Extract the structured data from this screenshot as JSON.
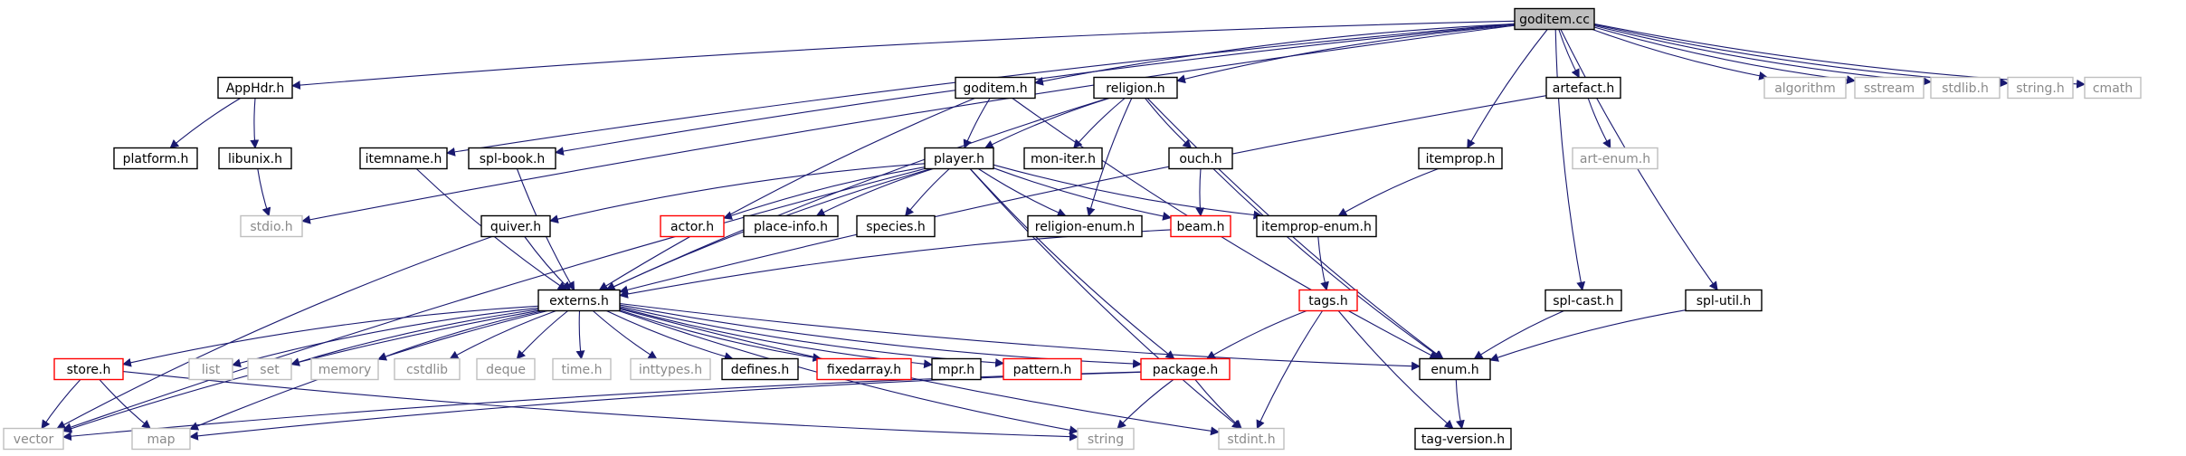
{
  "colors": {
    "edge": "#191970",
    "normal_border": "#000000",
    "missing_border": "#bfbfbf",
    "external_border": "#ff0000",
    "root_fill": "#bfbfbf",
    "normal_text": "#000000",
    "missing_text": "#8a8a8a"
  },
  "nodes": [
    {
      "id": "goditem_cc",
      "label": "goditem.cc",
      "kind": "root"
    },
    {
      "id": "apphdr",
      "label": "AppHdr.h",
      "kind": "normal"
    },
    {
      "id": "goditem_h",
      "label": "goditem.h",
      "kind": "normal"
    },
    {
      "id": "religion",
      "label": "religion.h",
      "kind": "normal"
    },
    {
      "id": "artefact",
      "label": "artefact.h",
      "kind": "normal"
    },
    {
      "id": "algorithm",
      "label": "algorithm",
      "kind": "missing"
    },
    {
      "id": "sstream",
      "label": "sstream",
      "kind": "missing"
    },
    {
      "id": "stdlib",
      "label": "stdlib.h",
      "kind": "missing"
    },
    {
      "id": "string_h",
      "label": "string.h",
      "kind": "missing"
    },
    {
      "id": "cmath",
      "label": "cmath",
      "kind": "missing"
    },
    {
      "id": "platform",
      "label": "platform.h",
      "kind": "normal"
    },
    {
      "id": "libunix",
      "label": "libunix.h",
      "kind": "normal"
    },
    {
      "id": "itemname",
      "label": "itemname.h",
      "kind": "normal"
    },
    {
      "id": "splbook",
      "label": "spl-book.h",
      "kind": "normal"
    },
    {
      "id": "player",
      "label": "player.h",
      "kind": "normal"
    },
    {
      "id": "moniter",
      "label": "mon-iter.h",
      "kind": "normal"
    },
    {
      "id": "ouch",
      "label": "ouch.h",
      "kind": "normal"
    },
    {
      "id": "itemprop",
      "label": "itemprop.h",
      "kind": "normal"
    },
    {
      "id": "artenum",
      "label": "art-enum.h",
      "kind": "missing"
    },
    {
      "id": "stdio",
      "label": "stdio.h",
      "kind": "missing"
    },
    {
      "id": "quiver",
      "label": "quiver.h",
      "kind": "normal"
    },
    {
      "id": "actor",
      "label": "actor.h",
      "kind": "external"
    },
    {
      "id": "placeinfo",
      "label": "place-info.h",
      "kind": "normal"
    },
    {
      "id": "species",
      "label": "species.h",
      "kind": "normal"
    },
    {
      "id": "religionenum",
      "label": "religion-enum.h",
      "kind": "normal"
    },
    {
      "id": "beam",
      "label": "beam.h",
      "kind": "external"
    },
    {
      "id": "itempropenum",
      "label": "itemprop-enum.h",
      "kind": "normal"
    },
    {
      "id": "externs",
      "label": "externs.h",
      "kind": "normal"
    },
    {
      "id": "tags",
      "label": "tags.h",
      "kind": "external"
    },
    {
      "id": "splcast",
      "label": "spl-cast.h",
      "kind": "normal"
    },
    {
      "id": "splutil",
      "label": "spl-util.h",
      "kind": "normal"
    },
    {
      "id": "store",
      "label": "store.h",
      "kind": "external"
    },
    {
      "id": "list",
      "label": "list",
      "kind": "missing"
    },
    {
      "id": "set",
      "label": "set",
      "kind": "missing"
    },
    {
      "id": "memory",
      "label": "memory",
      "kind": "missing"
    },
    {
      "id": "cstdlib",
      "label": "cstdlib",
      "kind": "missing"
    },
    {
      "id": "deque",
      "label": "deque",
      "kind": "missing"
    },
    {
      "id": "time",
      "label": "time.h",
      "kind": "missing"
    },
    {
      "id": "inttypes",
      "label": "inttypes.h",
      "kind": "missing"
    },
    {
      "id": "defines",
      "label": "defines.h",
      "kind": "normal"
    },
    {
      "id": "fixedarray",
      "label": "fixedarray.h",
      "kind": "external"
    },
    {
      "id": "mpr",
      "label": "mpr.h",
      "kind": "normal"
    },
    {
      "id": "pattern",
      "label": "pattern.h",
      "kind": "external"
    },
    {
      "id": "package",
      "label": "package.h",
      "kind": "external"
    },
    {
      "id": "enum",
      "label": "enum.h",
      "kind": "normal"
    },
    {
      "id": "vector",
      "label": "vector",
      "kind": "missing"
    },
    {
      "id": "map",
      "label": "map",
      "kind": "missing"
    },
    {
      "id": "string",
      "label": "string",
      "kind": "missing"
    },
    {
      "id": "stdint",
      "label": "stdint.h",
      "kind": "missing"
    },
    {
      "id": "tagversion",
      "label": "tag-version.h",
      "kind": "normal"
    }
  ],
  "edges": [
    [
      "goditem_cc",
      "apphdr"
    ],
    [
      "goditem_cc",
      "goditem_h"
    ],
    [
      "goditem_cc",
      "religion"
    ],
    [
      "goditem_cc",
      "artefact"
    ],
    [
      "goditem_cc",
      "algorithm"
    ],
    [
      "goditem_cc",
      "sstream"
    ],
    [
      "goditem_cc",
      "stdlib"
    ],
    [
      "goditem_cc",
      "string_h"
    ],
    [
      "goditem_cc",
      "cmath"
    ],
    [
      "goditem_cc",
      "itemname"
    ],
    [
      "goditem_cc",
      "splbook"
    ],
    [
      "goditem_cc",
      "itemprop"
    ],
    [
      "goditem_cc",
      "stdio"
    ],
    [
      "goditem_cc",
      "splcast"
    ],
    [
      "goditem_cc",
      "splutil"
    ],
    [
      "apphdr",
      "platform"
    ],
    [
      "apphdr",
      "libunix"
    ],
    [
      "libunix",
      "stdio"
    ],
    [
      "goditem_h",
      "player"
    ],
    [
      "goditem_h",
      "externs"
    ],
    [
      "goditem_h",
      "enum"
    ],
    [
      "religion",
      "player"
    ],
    [
      "religion",
      "moniter"
    ],
    [
      "religion",
      "ouch"
    ],
    [
      "religion",
      "religionenum"
    ],
    [
      "religion",
      "externs"
    ],
    [
      "religion",
      "enum"
    ],
    [
      "artefact",
      "artenum"
    ],
    [
      "artefact",
      "externs"
    ],
    [
      "itemname",
      "externs"
    ],
    [
      "splbook",
      "externs"
    ],
    [
      "player",
      "quiver"
    ],
    [
      "player",
      "actor"
    ],
    [
      "player",
      "placeinfo"
    ],
    [
      "player",
      "species"
    ],
    [
      "player",
      "religionenum"
    ],
    [
      "player",
      "beam"
    ],
    [
      "player",
      "itempropenum"
    ],
    [
      "player",
      "externs"
    ],
    [
      "player",
      "package"
    ],
    [
      "player",
      "stdint"
    ],
    [
      "player",
      "vector"
    ],
    [
      "ouch",
      "beam"
    ],
    [
      "ouch",
      "enum"
    ],
    [
      "itemprop",
      "itempropenum"
    ],
    [
      "quiver",
      "externs"
    ],
    [
      "quiver",
      "vector"
    ],
    [
      "beam",
      "externs"
    ],
    [
      "itempropenum",
      "tags"
    ],
    [
      "externs",
      "store"
    ],
    [
      "externs",
      "list"
    ],
    [
      "externs",
      "set"
    ],
    [
      "externs",
      "memory"
    ],
    [
      "externs",
      "cstdlib"
    ],
    [
      "externs",
      "deque"
    ],
    [
      "externs",
      "time"
    ],
    [
      "externs",
      "inttypes"
    ],
    [
      "externs",
      "defines"
    ],
    [
      "externs",
      "fixedarray"
    ],
    [
      "externs",
      "mpr"
    ],
    [
      "externs",
      "pattern"
    ],
    [
      "externs",
      "package"
    ],
    [
      "externs",
      "enum"
    ],
    [
      "externs",
      "vector"
    ],
    [
      "externs",
      "map"
    ],
    [
      "externs",
      "string"
    ],
    [
      "externs",
      "stdint"
    ],
    [
      "tags",
      "package"
    ],
    [
      "tags",
      "stdint"
    ],
    [
      "tags",
      "tagversion"
    ],
    [
      "splcast",
      "enum"
    ],
    [
      "splutil",
      "enum"
    ],
    [
      "store",
      "vector"
    ],
    [
      "store",
      "map"
    ],
    [
      "store",
      "string"
    ],
    [
      "package",
      "vector"
    ],
    [
      "package",
      "map"
    ],
    [
      "package",
      "string"
    ],
    [
      "package",
      "stdint"
    ],
    [
      "enum",
      "tagversion"
    ]
  ]
}
